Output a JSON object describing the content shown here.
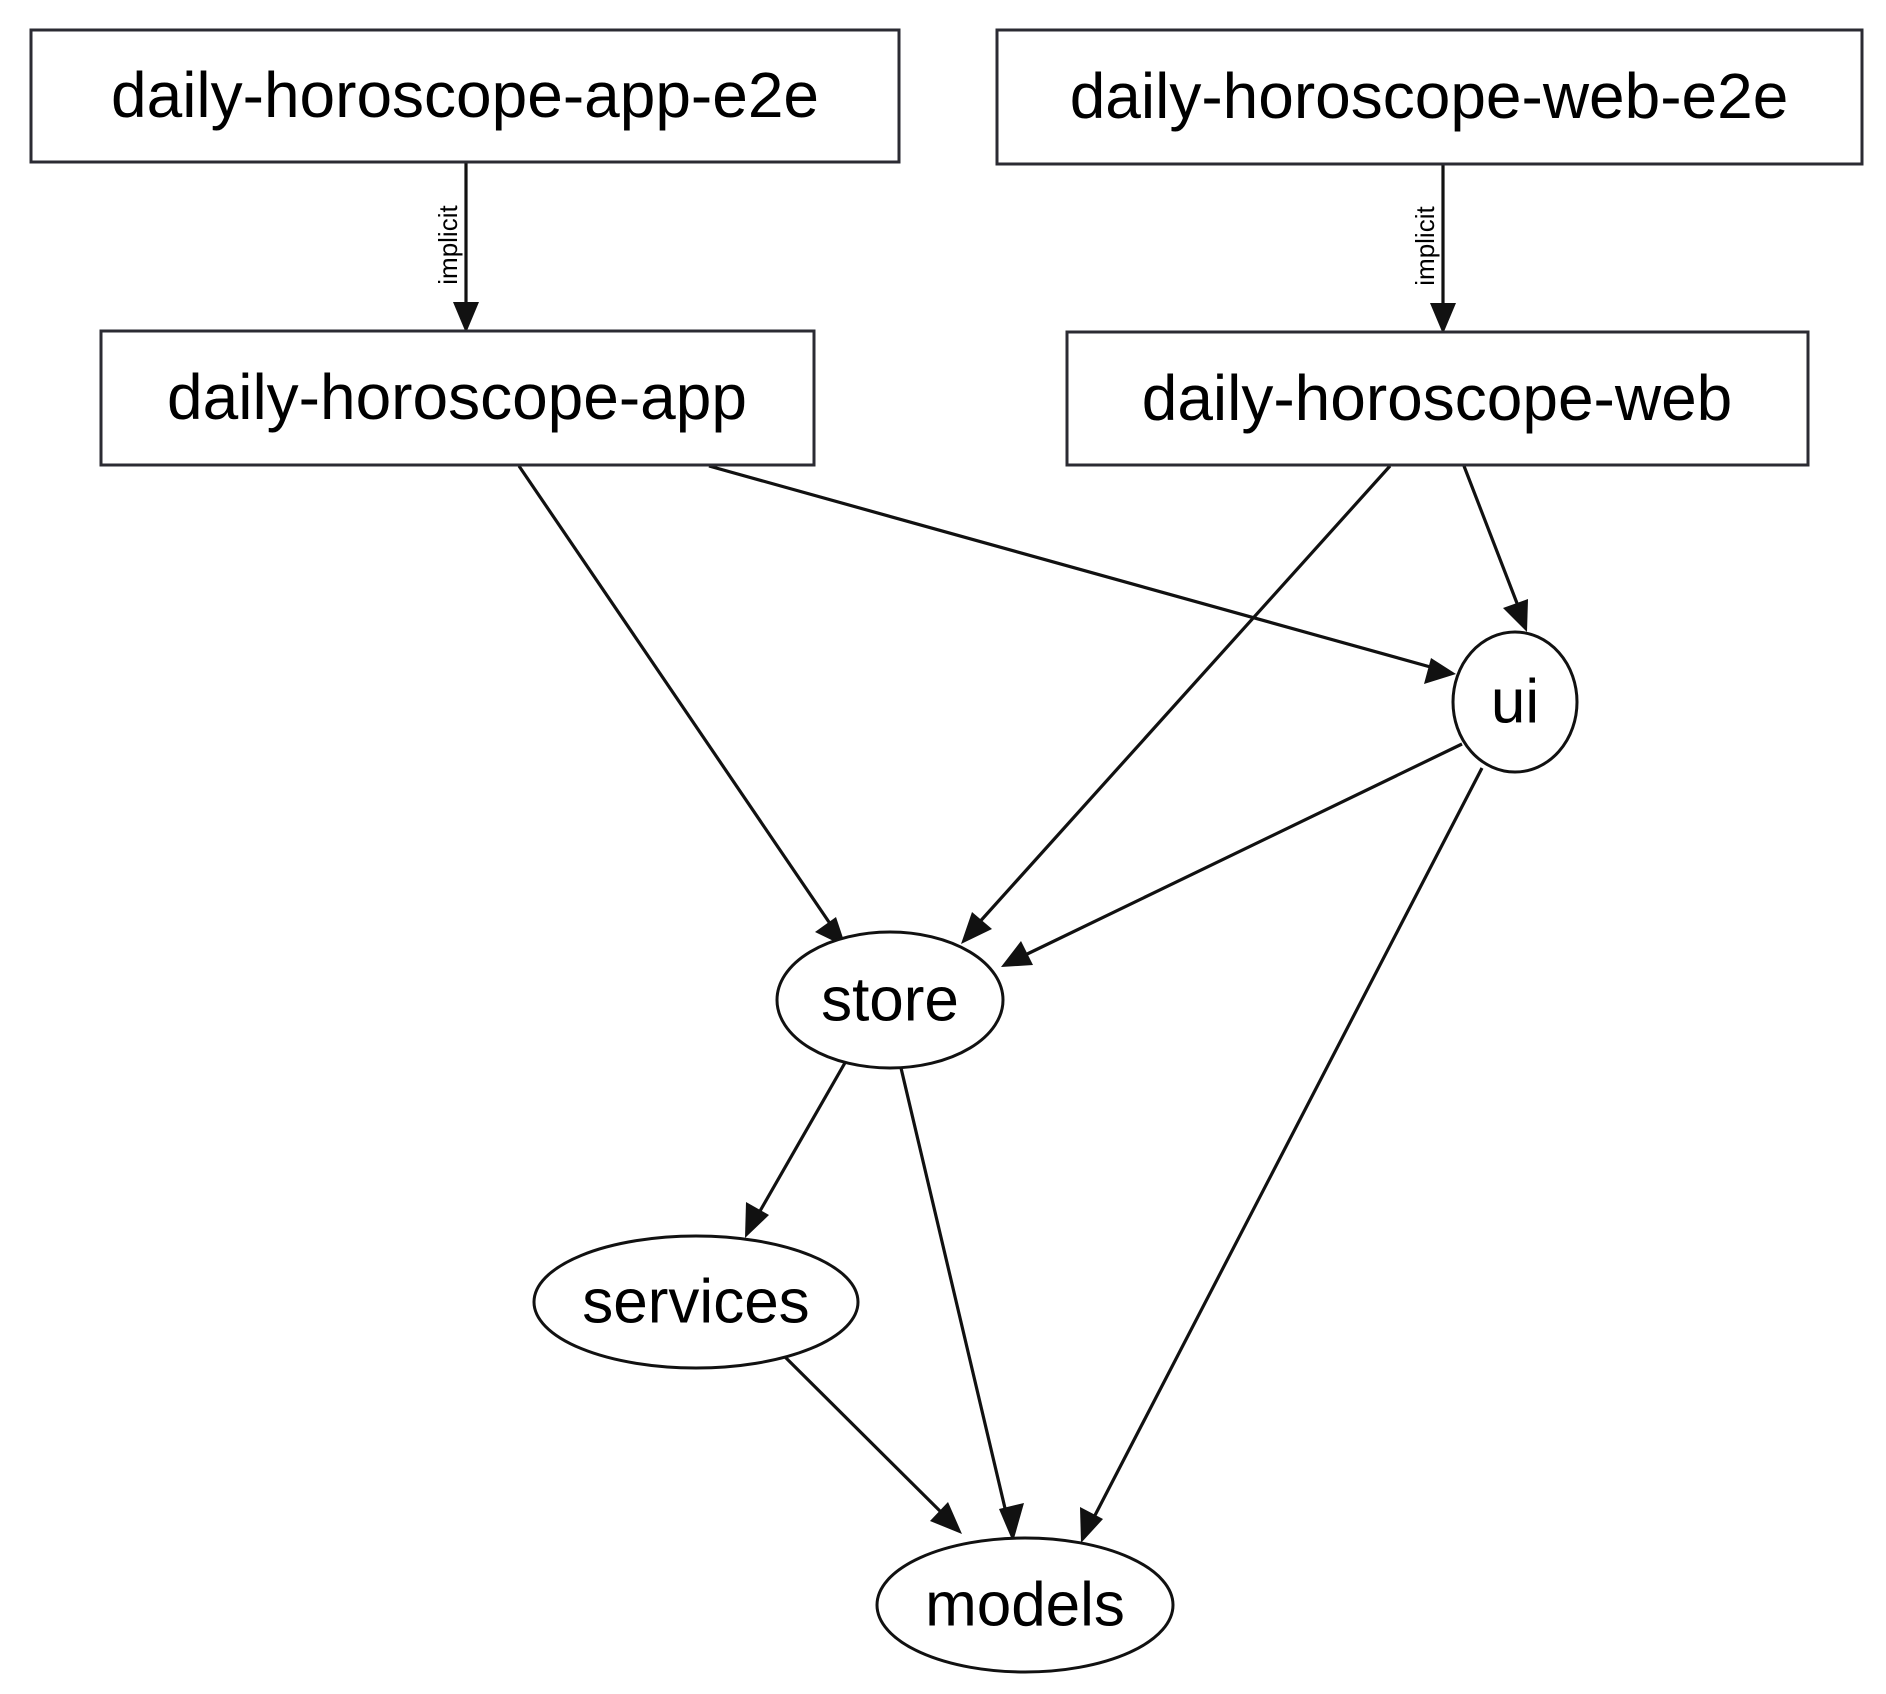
{
  "diagram": {
    "type": "dependency-graph",
    "title": "",
    "background_color": "#ffffff",
    "node_stroke_color": "#2b2b33",
    "edge_color": "#111111",
    "nodes": [
      {
        "id": "daily-horoscope-app-e2e",
        "label": "daily-horoscope-app-e2e",
        "shape": "box"
      },
      {
        "id": "daily-horoscope-web-e2e",
        "label": "daily-horoscope-web-e2e",
        "shape": "box"
      },
      {
        "id": "daily-horoscope-app",
        "label": "daily-horoscope-app",
        "shape": "box"
      },
      {
        "id": "daily-horoscope-web",
        "label": "daily-horoscope-web",
        "shape": "box"
      },
      {
        "id": "ui",
        "label": "ui",
        "shape": "ellipse"
      },
      {
        "id": "store",
        "label": "store",
        "shape": "ellipse"
      },
      {
        "id": "services",
        "label": "services",
        "shape": "ellipse"
      },
      {
        "id": "models",
        "label": "models",
        "shape": "ellipse"
      }
    ],
    "edges": [
      {
        "from": "daily-horoscope-app-e2e",
        "to": "daily-horoscope-app",
        "label": "implicit"
      },
      {
        "from": "daily-horoscope-web-e2e",
        "to": "daily-horoscope-web",
        "label": "implicit"
      },
      {
        "from": "daily-horoscope-app",
        "to": "store",
        "label": ""
      },
      {
        "from": "daily-horoscope-app",
        "to": "ui",
        "label": ""
      },
      {
        "from": "daily-horoscope-web",
        "to": "store",
        "label": ""
      },
      {
        "from": "daily-horoscope-web",
        "to": "ui",
        "label": ""
      },
      {
        "from": "ui",
        "to": "store",
        "label": ""
      },
      {
        "from": "ui",
        "to": "models",
        "label": ""
      },
      {
        "from": "store",
        "to": "services",
        "label": ""
      },
      {
        "from": "store",
        "to": "models",
        "label": ""
      },
      {
        "from": "services",
        "to": "models",
        "label": ""
      }
    ],
    "edge_labels": {
      "implicit_left": "implicit",
      "implicit_right": "implicit"
    }
  }
}
